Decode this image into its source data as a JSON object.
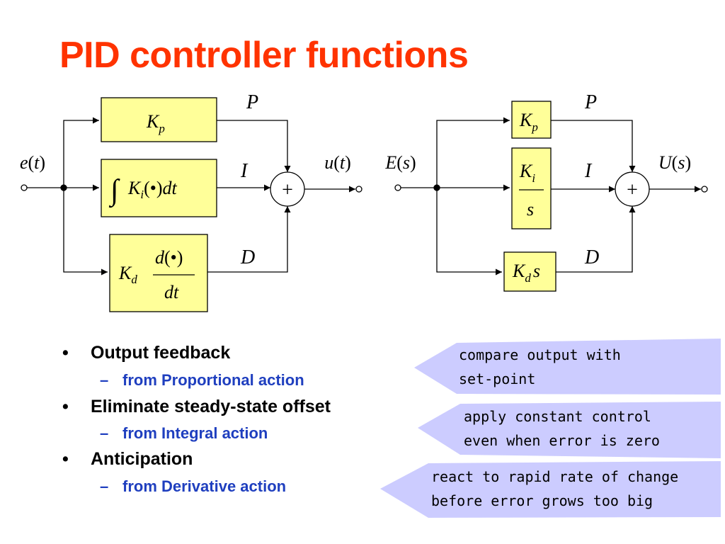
{
  "title": "PID controller functions",
  "colors": {
    "title": "#ff3300",
    "block_fill": "#ffff99",
    "callout_fill": "#ccccff",
    "sub_bullet": "#1f3fbf"
  },
  "left_diagram": {
    "input_label": "e(t)",
    "output_label": "u(t)",
    "kp_block": "Kp",
    "ki_block": "∫Ki(•)dt",
    "kd_block": "Kd d(•)/dt",
    "path_labels": [
      "P",
      "I",
      "D"
    ],
    "sum_symbol": "+"
  },
  "right_diagram": {
    "input_label": "E(s)",
    "output_label": "U(s)",
    "kp_block": "Kp",
    "ki_block": "Ki/s",
    "kd_block": "Kd s",
    "path_labels": [
      "P",
      "I",
      "D"
    ],
    "sum_symbol": "+"
  },
  "bullets": [
    {
      "text": "Output feedback",
      "sub": "from Proportional action",
      "callout": "compare output with\nset-point"
    },
    {
      "text": "Eliminate steady-state offset",
      "sub": "from Integral action",
      "callout": "apply constant control\neven when error is zero"
    },
    {
      "text": "Anticipation",
      "sub": "from Derivative action",
      "callout": "react to rapid rate of change\nbefore error grows too big"
    }
  ],
  "bullet_glyph": "•",
  "sub_bullet_glyph": "–"
}
